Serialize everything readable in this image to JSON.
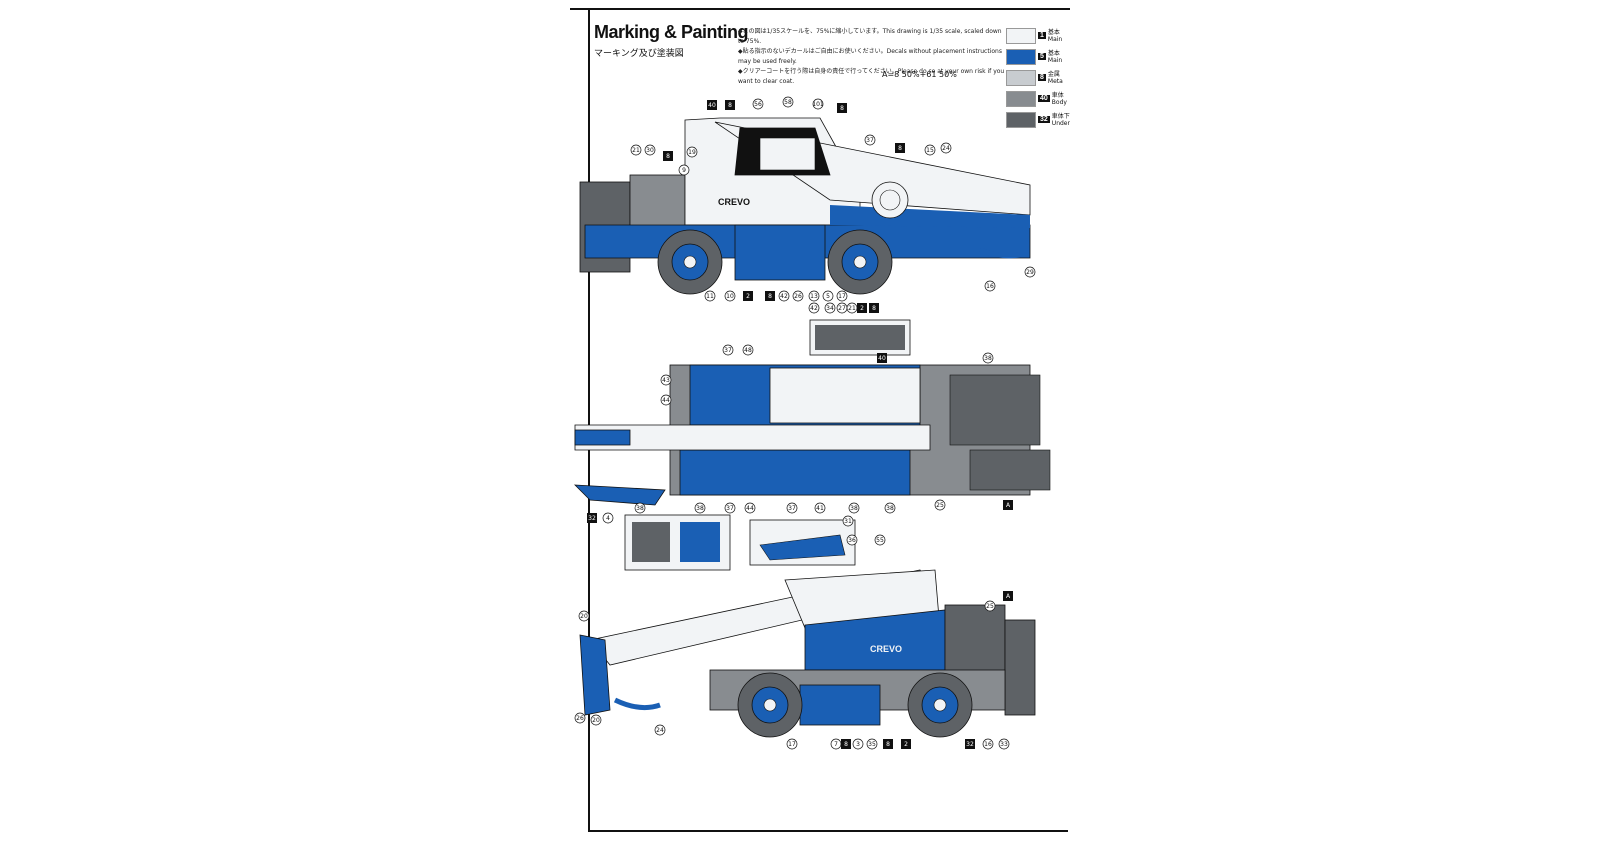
{
  "page": {
    "title_en": "Marking & Painting",
    "title_jp": "マーキング及び塗装図"
  },
  "notes": [
    "◆この図は1/35スケールを、75%に縮小しています。This drawing is 1/35 scale, scaled down to 75%.",
    "◆貼る指示のないデカールはご自由にお使いください。Decals without placement instructions may be used freely.",
    "◆クリアーコートを行う際は自身の責任で行ってください。Please do so at your own risk if you want to clear coat."
  ],
  "mix_note": "A=8 50%+61 50%",
  "legend": [
    {
      "code": "1",
      "label_jp": "基本",
      "label_en": "Main",
      "color": "#f2f4f6"
    },
    {
      "code": "5",
      "label_jp": "基本",
      "label_en": "Main",
      "color": "#1a5fb4"
    },
    {
      "code": "8",
      "label_jp": "金属",
      "label_en": "Meta",
      "color": "#c8ccd0"
    },
    {
      "code": "40",
      "label_jp": "車体",
      "label_en": "Body",
      "color": "#888c90"
    },
    {
      "code": "32",
      "label_jp": "車体下",
      "label_en": "Under",
      "color": "#5e6266"
    }
  ],
  "colors": {
    "white": "#f2f4f6",
    "blue": "#1a5fb4",
    "metal": "#c8ccd0",
    "body_gray": "#888c90",
    "dark_gray": "#5e6266",
    "line": "#111111"
  },
  "view1_callouts": [
    "40",
    "8",
    "56",
    "58",
    "101",
    "8",
    "21",
    "30",
    "8",
    "9",
    "19",
    "37",
    "8",
    "15",
    "24",
    "11",
    "10",
    "2",
    "8",
    "42",
    "26",
    "13",
    "5",
    "17",
    "16",
    "29"
  ],
  "view2_callouts": [
    "42",
    "34",
    "27",
    "21",
    "2",
    "8",
    "40",
    "37",
    "48",
    "38",
    "43",
    "44",
    "32",
    "4",
    "37",
    "44",
    "37",
    "41",
    "38",
    "38",
    "25",
    "A",
    "38",
    "38",
    "31",
    "36"
  ],
  "view3_callouts": [
    "55",
    "A",
    "25",
    "20",
    "26",
    "20",
    "24",
    "17",
    "7",
    "8",
    "3",
    "35",
    "8",
    "2",
    "32",
    "16",
    "33"
  ],
  "vehicle_text": "CREVO"
}
